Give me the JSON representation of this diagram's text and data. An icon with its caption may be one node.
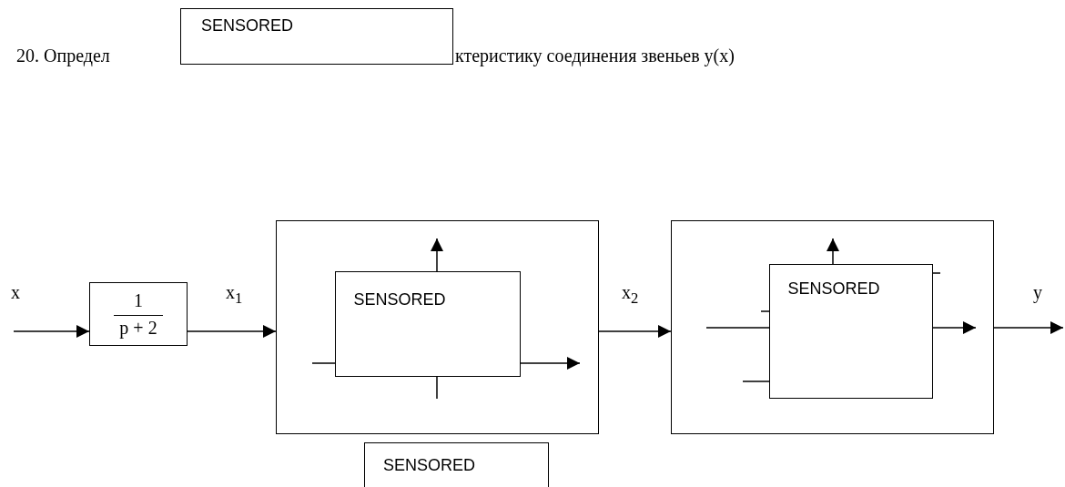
{
  "diagram": {
    "nodes": [
      {
        "text": [
          "SENSORED"
        ]
      },
      {
        "text": [
          "1",
          "p + 2"
        ]
      },
      {
        "text": [],
        "shape": "box"
      },
      {
        "text": [
          "SENSORED"
        ],
        "in": 2
      },
      {
        "text": [],
        "shape": "box"
      },
      {
        "text": [
          "SENSORED"
        ],
        "in": 4
      },
      {
        "text": [
          "SENSORED"
        ]
      }
    ],
    "edges": [
      {
        "from": null,
        "to": 1,
        "arrow": "to",
        "label": "x"
      },
      {
        "from": 1,
        "to": 2,
        "arrow": "to",
        "label": "x$_{1}$"
      },
      {
        "from": 3,
        "to": null,
        "arrow": "to"
      },
      {
        "from": null,
        "to": 3,
        "arrow": "none"
      },
      {
        "from": 3,
        "to": null,
        "arrow": "to"
      },
      {
        "from": 3,
        "to": null,
        "arrow": "none"
      },
      {
        "from": 2,
        "to": 4,
        "arrow": "to",
        "label": "x$_{2}$"
      },
      {
        "from": 5,
        "to": null,
        "arrow": "to"
      },
      {
        "from": null,
        "to": 5,
        "arrow": "none"
      },
      {
        "from": null,
        "to": 5,
        "arrow": "none"
      },
      {
        "from": null,
        "to": 5,
        "arrow": "none"
      },
      {
        "from": 5,
        "to": null,
        "arrow": "none"
      },
      {
        "from": 5,
        "to": null,
        "arrow": "to"
      },
      {
        "from": 4,
        "to": null,
        "arrow": "to",
        "label": "y"
      }
    ],
    "labels": [
      "20. Определ",
      "ктеристику соединения звеньев y(x)"
    ]
  }
}
